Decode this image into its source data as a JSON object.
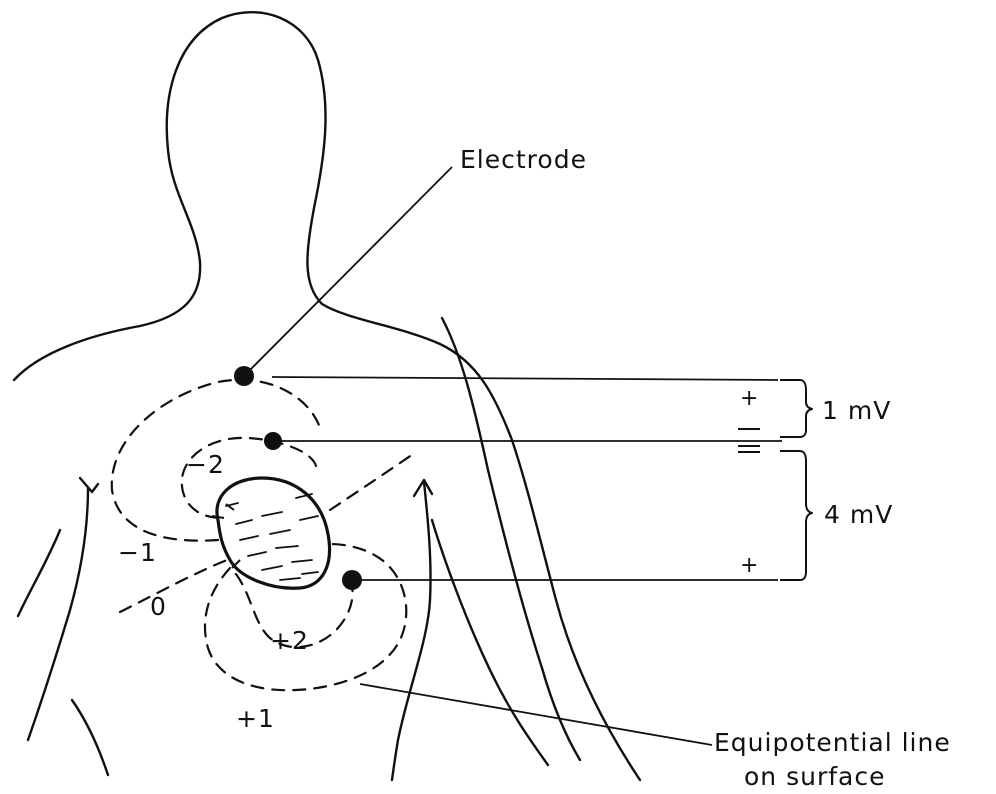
{
  "diagram": {
    "electrode_label": "Electrode",
    "equipotential_label_line1": "Equipotential line",
    "equipotential_label_line2": "on surface",
    "potential_labels": {
      "minus_two": "−2",
      "minus_one": "−1",
      "zero": "0",
      "plus_two": "+2",
      "plus_one": "+1"
    },
    "voltage_labels": {
      "upper": "1 mV",
      "lower": "4 mV"
    },
    "polarity_marks": {
      "upper_plus": "+",
      "upper_minus": "−",
      "middle_minus": "−",
      "lower_plus": "+"
    }
  },
  "colors": {
    "ink": "#111111",
    "background": "#ffffff"
  }
}
